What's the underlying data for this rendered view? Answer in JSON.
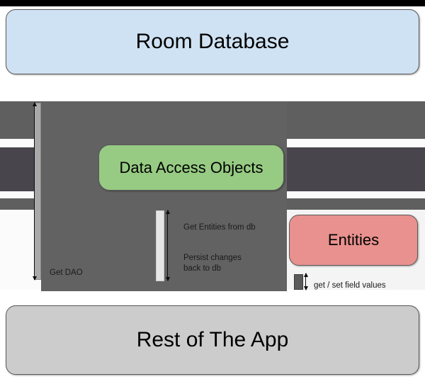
{
  "diagram": {
    "type": "architecture-sequence-diagram",
    "title": "Room Database architecture",
    "nodes": [
      {
        "id": "room-database",
        "label": "Room Database",
        "color": "#cfe2f3",
        "shape": "rounded-rect"
      },
      {
        "id": "data-access-objects",
        "label": "Data Access Objects",
        "color": "#97cb83",
        "shape": "rounded-rect"
      },
      {
        "id": "entities",
        "label": "Entities",
        "color": "#e8918e",
        "shape": "rounded-rect"
      },
      {
        "id": "rest-of-the-app",
        "label": "Rest of The App",
        "color": "#cccccc",
        "shape": "rounded-rect"
      }
    ],
    "edges": [
      {
        "id": "get-dao",
        "label": "Get DAO",
        "from": "rest-of-the-app",
        "to": "room-database",
        "arrow": "both"
      },
      {
        "id": "get-entities",
        "label": "Get Entities from db",
        "from": "rest-of-the-app",
        "to": "data-access-objects",
        "arrow": "both"
      },
      {
        "id": "persist",
        "label": "Persist changes\nback to db",
        "from": "rest-of-the-app",
        "to": "data-access-objects",
        "arrow": "both"
      },
      {
        "id": "get-set",
        "label": "get / set field values",
        "from": "rest-of-the-app",
        "to": "entities",
        "arrow": "both"
      }
    ],
    "palette": {
      "band_gray": "#5f5f5f",
      "band_dark": "#48454c",
      "block_gray": "#626262",
      "activation_left": "#a9a9a9",
      "activation_mid": "#e6e6e6",
      "activation_right": "#5a5a5a",
      "stroke": "#5a5a5a",
      "background": "#ffffff"
    }
  }
}
